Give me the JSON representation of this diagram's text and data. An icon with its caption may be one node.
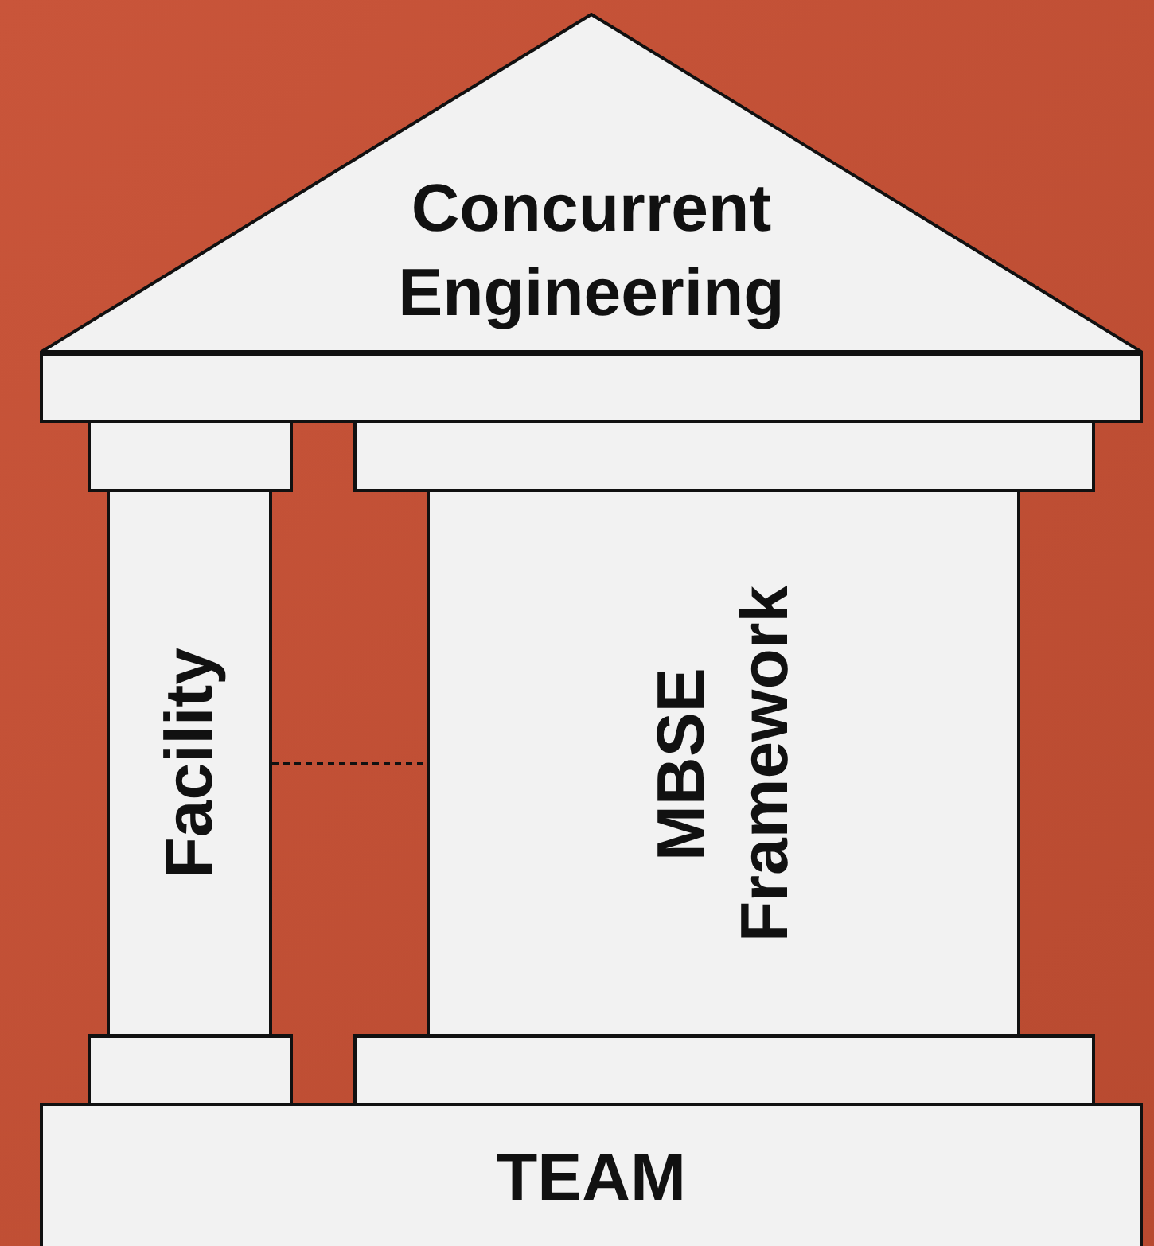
{
  "diagram": {
    "nodes": [
      {
        "text": [
          "Concurrent Engineering"
        ]
      },
      {
        "text": [],
        "shape": "box"
      },
      {
        "text": [],
        "shape": "box"
      },
      {
        "text": [],
        "shape": "box"
      },
      {
        "text": [
          "Facility"
        ]
      },
      {
        "text": [
          "MBSE Framework"
        ]
      },
      {
        "text": [],
        "shape": "box"
      },
      {
        "text": [],
        "shape": "box"
      },
      {
        "text": [
          "TEAM"
        ]
      }
    ],
    "edges": [
      {
        "from": 4,
        "to": 5,
        "arrow": "none",
        "style": "dashed"
      }
    ]
  }
}
